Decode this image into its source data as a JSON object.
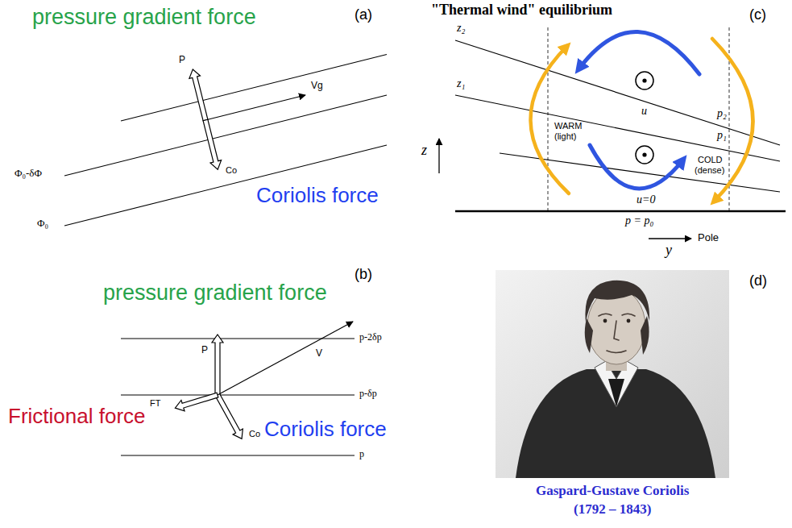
{
  "diagram": {
    "labels": [
      "pressure gradient force",
      "(a)",
      "P",
      "Vg",
      "Φ₀-δΦ",
      "Φ₀",
      "Co",
      "Coriolis force",
      "(b)",
      "pressure gradient force",
      "P",
      "V",
      "p-2δp",
      "p-δp",
      "p",
      "FT",
      "Frictional force",
      "Co",
      "Coriolis force",
      "\"Thermal wind\" equilibrium",
      "(c)",
      "z₂",
      "z₁",
      "p₂",
      "p₁",
      "u",
      "WARM",
      "(light)",
      "COLD",
      "(dense)",
      "z",
      "u=0",
      "p = p₀",
      "Pole",
      "y",
      "(d)",
      "Gaspard-Gustave Coriolis",
      "(1792 – 1843)"
    ]
  }
}
